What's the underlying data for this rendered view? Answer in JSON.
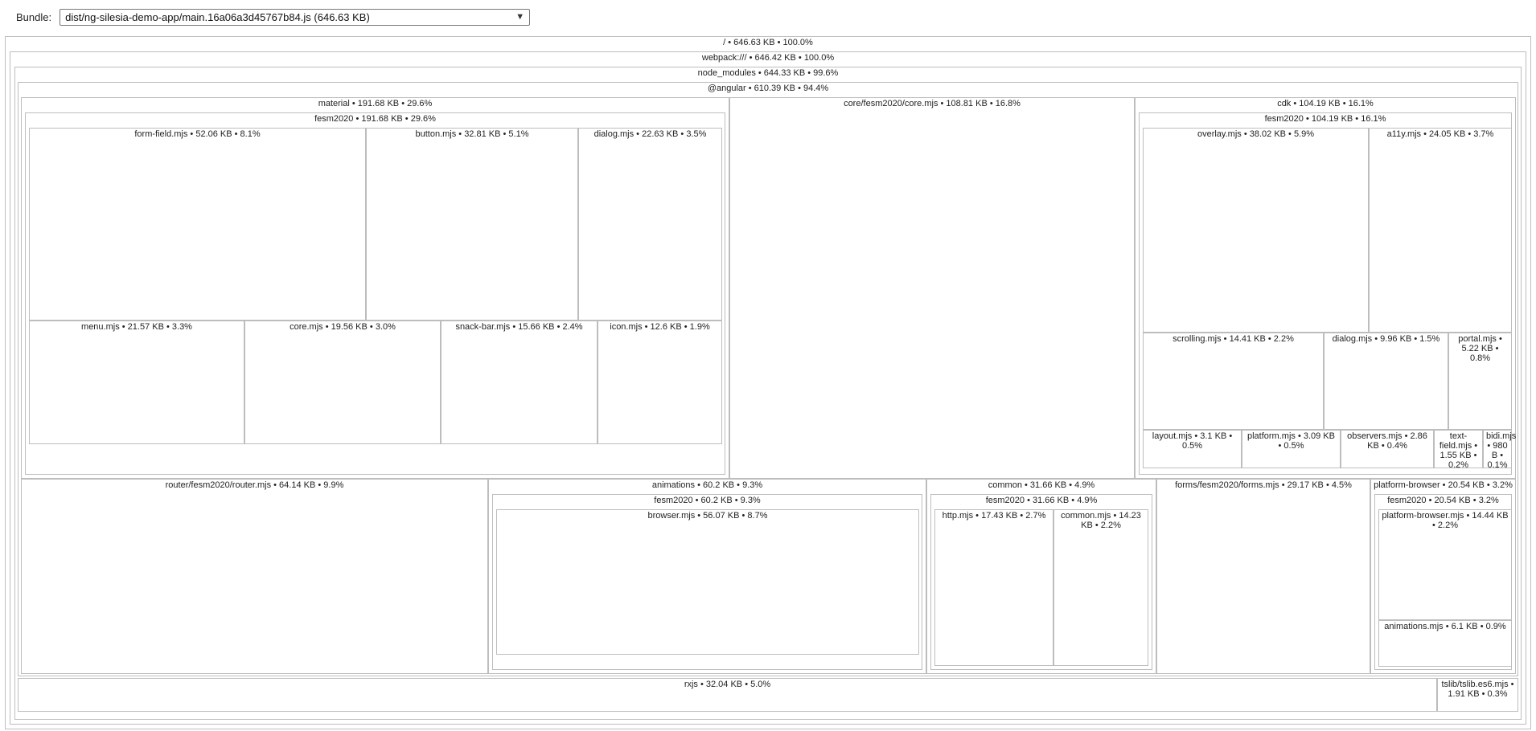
{
  "bundle": {
    "label": "Bundle:",
    "selected": "dist/ng-silesia-demo-app/main.16a06a3d45767b84.js (646.63 KB)"
  },
  "nodes": {
    "root": "/ • 646.63 KB • 100.0%",
    "webpack": "webpack:/// • 646.42 KB • 100.0%",
    "node_modules": "node_modules • 644.33 KB • 99.6%",
    "angular": "@angular • 610.39 KB • 94.4%",
    "material": "material • 191.68 KB • 29.6%",
    "material_fesm": "fesm2020 • 191.68 KB • 29.6%",
    "form_field": "form-field.mjs • 52.06 KB • 8.1%",
    "button": "button.mjs • 32.81 KB • 5.1%",
    "mat_dialog": "dialog.mjs • 22.63 KB • 3.5%",
    "menu": "menu.mjs • 21.57 KB • 3.3%",
    "mat_core": "core.mjs • 19.56 KB • 3.0%",
    "snack_bar": "snack-bar.mjs • 15.66 KB • 2.4%",
    "icon": "icon.mjs • 12.6 KB • 1.9%",
    "core": "core/fesm2020/core.mjs • 108.81 KB • 16.8%",
    "cdk": "cdk • 104.19 KB • 16.1%",
    "cdk_fesm": "fesm2020 • 104.19 KB • 16.1%",
    "overlay": "overlay.mjs • 38.02 KB • 5.9%",
    "a11y": "a11y.mjs • 24.05 KB • 3.7%",
    "scrolling": "scrolling.mjs • 14.41 KB • 2.2%",
    "cdk_dialog": "dialog.mjs • 9.96 KB • 1.5%",
    "portal": "portal.mjs • 5.22 KB • 0.8%",
    "layout": "layout.mjs • 3.1 KB • 0.5%",
    "platform": "platform.mjs • 3.09 KB • 0.5%",
    "observers": "observers.mjs • 2.86 KB • 0.4%",
    "text_field": "text-field.mjs • 1.55 KB • 0.2%",
    "bidi": "bidi.mjs • 980 B • 0.1%",
    "router": "router/fesm2020/router.mjs • 64.14 KB • 9.9%",
    "animations": "animations • 60.2 KB • 9.3%",
    "anim_fesm": "fesm2020 • 60.2 KB • 9.3%",
    "browser": "browser.mjs • 56.07 KB • 8.7%",
    "common": "common • 31.66 KB • 4.9%",
    "common_fesm": "fesm2020 • 31.66 KB • 4.9%",
    "http": "http.mjs • 17.43 KB • 2.7%",
    "common_mjs": "common.mjs • 14.23 KB • 2.2%",
    "forms": "forms/fesm2020/forms.mjs • 29.17 KB • 4.5%",
    "platform_browser": "platform-browser • 20.54 KB • 3.2%",
    "pb_fesm": "fesm2020 • 20.54 KB • 3.2%",
    "pb_mjs": "platform-browser.mjs • 14.44 KB • 2.2%",
    "pb_anim": "animations.mjs • 6.1 KB • 0.9%",
    "rxjs": "rxjs • 32.04 KB • 5.0%",
    "tslib": "tslib/tslib.es6.mjs • 1.91 KB • 0.3%"
  }
}
